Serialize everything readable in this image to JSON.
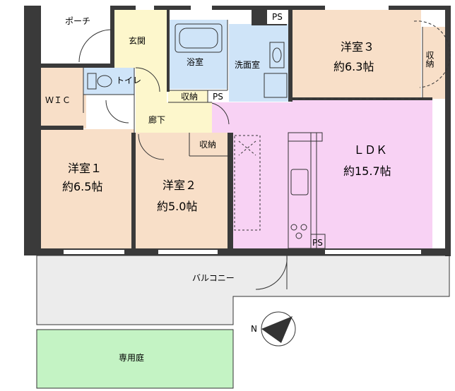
{
  "rooms": {
    "porch": "ポーチ",
    "entrance": "玄関",
    "bath": "浴室",
    "washroom": "洗面室",
    "toilet": "トイレ",
    "wic": "ＷＩＣ",
    "hallway": "廊下",
    "storage_hall": "収納",
    "ps_hall": "PS",
    "ps_top": "PS",
    "ps_kitchen": "PS",
    "storage_room2": "収納",
    "storage_room3": "収納",
    "room1_name": "洋室１",
    "room1_size": "約6.5帖",
    "room2_name": "洋室２",
    "room2_size": "約5.0帖",
    "room3_name": "洋室３",
    "room3_size": "約6.3帖",
    "ldk_name": "ＬＤＫ",
    "ldk_size": "約15.7帖",
    "balcony": "バルコニー",
    "garden": "専用庭"
  },
  "compass": {
    "north": "N"
  },
  "colors": {
    "western_room": "#f8dfc8",
    "entrance_hall": "#fdf7cc",
    "wet_area": "#cfe4f8",
    "ldk": "#f8d2f4",
    "balcony": "#ececec",
    "garden": "#c4f3c4",
    "wall": "#3a3a3a"
  }
}
